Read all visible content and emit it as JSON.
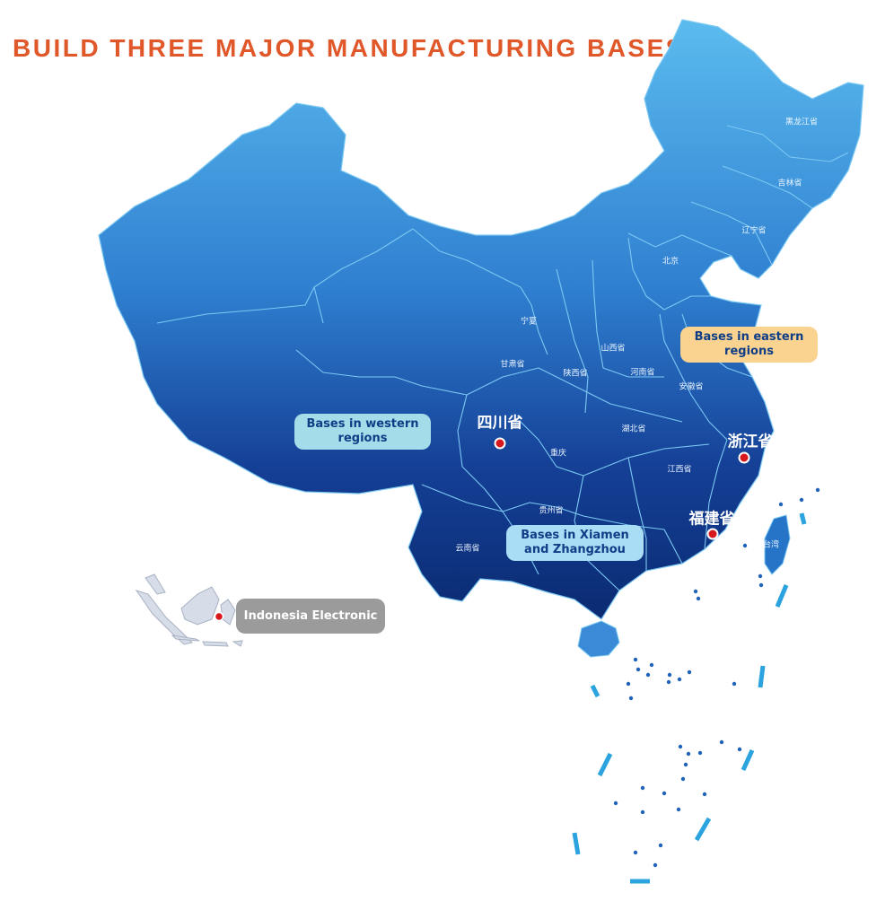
{
  "title": "BUILD THREE MAJOR MANUFACTURING BASES",
  "colors": {
    "title": "#e0582a",
    "map_top": "#5bbbee",
    "map_bottom": "#0d2f7a",
    "borders": "#7cc8f2",
    "marker": "#d7191f",
    "eastern_box": "#fbd391",
    "western_box": "#a5dcea",
    "xiamen_box": "#a9dcf5",
    "indonesia_box": "#9b9b9b",
    "box_text_blue": "#0f3d86"
  },
  "provinces": {
    "heilongjiang": "黑龙江省",
    "jilin": "吉林省",
    "liaoning": "辽宁省",
    "beijing": "北京",
    "ningxia": "宁夏",
    "shanxi": "山西省",
    "gansu": "甘肃省",
    "shaanxi": "陕西省",
    "henan": "河南省",
    "anhui": "安徽省",
    "hubei": "湖北省",
    "chongqing": "重庆",
    "jiangxi": "江西省",
    "guizhou": "贵州省",
    "yunnan": "云南省",
    "taiwan": "台湾"
  },
  "markers": {
    "sichuan": "四川省",
    "zhejiang": "浙江省",
    "fujian": "福建省"
  },
  "callouts": {
    "eastern_l1": "Bases in eastern",
    "eastern_l2": "regions",
    "western_l1": "Bases in western",
    "western_l2": "regions",
    "xiamen_l1": "Bases in Xiamen",
    "xiamen_l2": "and Zhangzhou",
    "indonesia": "Indonesia Electronic"
  }
}
